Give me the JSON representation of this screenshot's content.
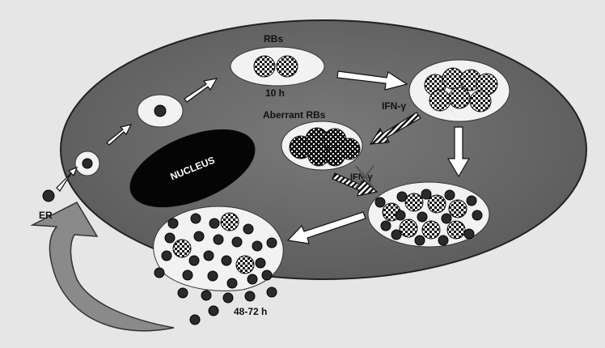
{
  "labels": {
    "rbs": "RBs",
    "time_10h": "10 h",
    "aberrant_rbs": "Aberrant RBs",
    "ifn_gamma": "IFN-γ",
    "ifn_gamma_blocked": "IFN-γ",
    "nucleus": "NUCLEUS",
    "er": "ER",
    "time_48_72h": "48-72 h"
  },
  "colors": {
    "background": "#e6e6e6",
    "cell": "#6e6e6e",
    "nucleus": "#050505",
    "inclusion": "#f2f2f2",
    "eb": "#2b2b2b",
    "arrow": "#ffffff",
    "curved_arrow": "#8a8a8a"
  }
}
